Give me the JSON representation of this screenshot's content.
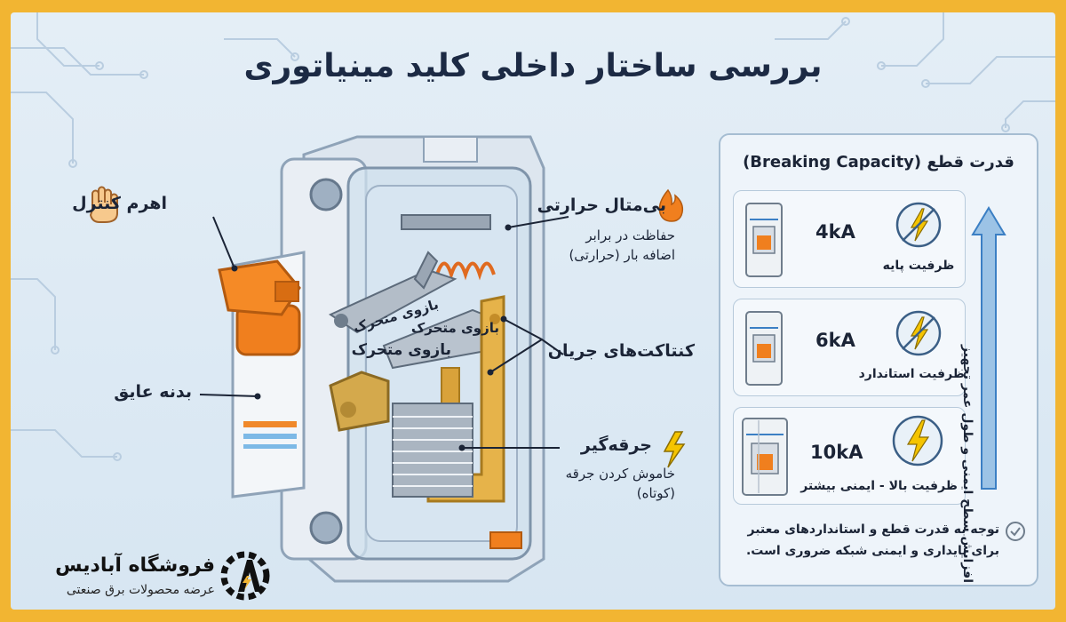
{
  "title": "بررسی ساختار داخلی کلید مینیاتوری",
  "labels": {
    "control_lever": "اهرم کنترل",
    "bimetal_title": "بی‌متال حرارتی",
    "bimetal_desc_1": "حفاظت در برابر",
    "bimetal_desc_2": "اضافه بار (حرارتی)",
    "moving_arm_1": "بازوی متحرک",
    "moving_arm_2": "بازوی متحرک",
    "moving_arm_3": "بازوی متحرک",
    "current_contacts": "کنتاکت‌های جریان",
    "insulating_body": "بدنه عایق",
    "arc_title": "جرقه‌گیر",
    "arc_desc_1": "خاموش کردن جرقه",
    "arc_desc_2": "(کوتاه)"
  },
  "panel": {
    "title": "قدرت قطع (Breaking Capacity)",
    "rows": [
      {
        "value": "4kA",
        "desc": "ظرفیت پایه"
      },
      {
        "value": "6kA",
        "desc": "ظرفیت استاندارد"
      },
      {
        "value": "10kA",
        "desc": "ظرفیت بالا - ایمنی بیشتر"
      }
    ],
    "side_arrow_text": "افزایش سطح ایمنی و طول عمر تجهیز",
    "note_1": "توجه به قدرت قطع و استانداردهای معتبر",
    "note_2": "برای پایداری و ایمنی شبکه ضروری است."
  },
  "brand": {
    "name": "فروشگاه آبادیس",
    "tagline": "عرضه محصولات برق صنعتی"
  },
  "icons": [
    "hand-icon",
    "flame-icon",
    "lightning-icon",
    "check-circle-icon",
    "brand-logo-icon"
  ],
  "colors": {
    "frame": "#f2b532",
    "orange": "#f07f1e",
    "accent_blue": "#3b7fc4",
    "dark_text": "#1b2436"
  }
}
